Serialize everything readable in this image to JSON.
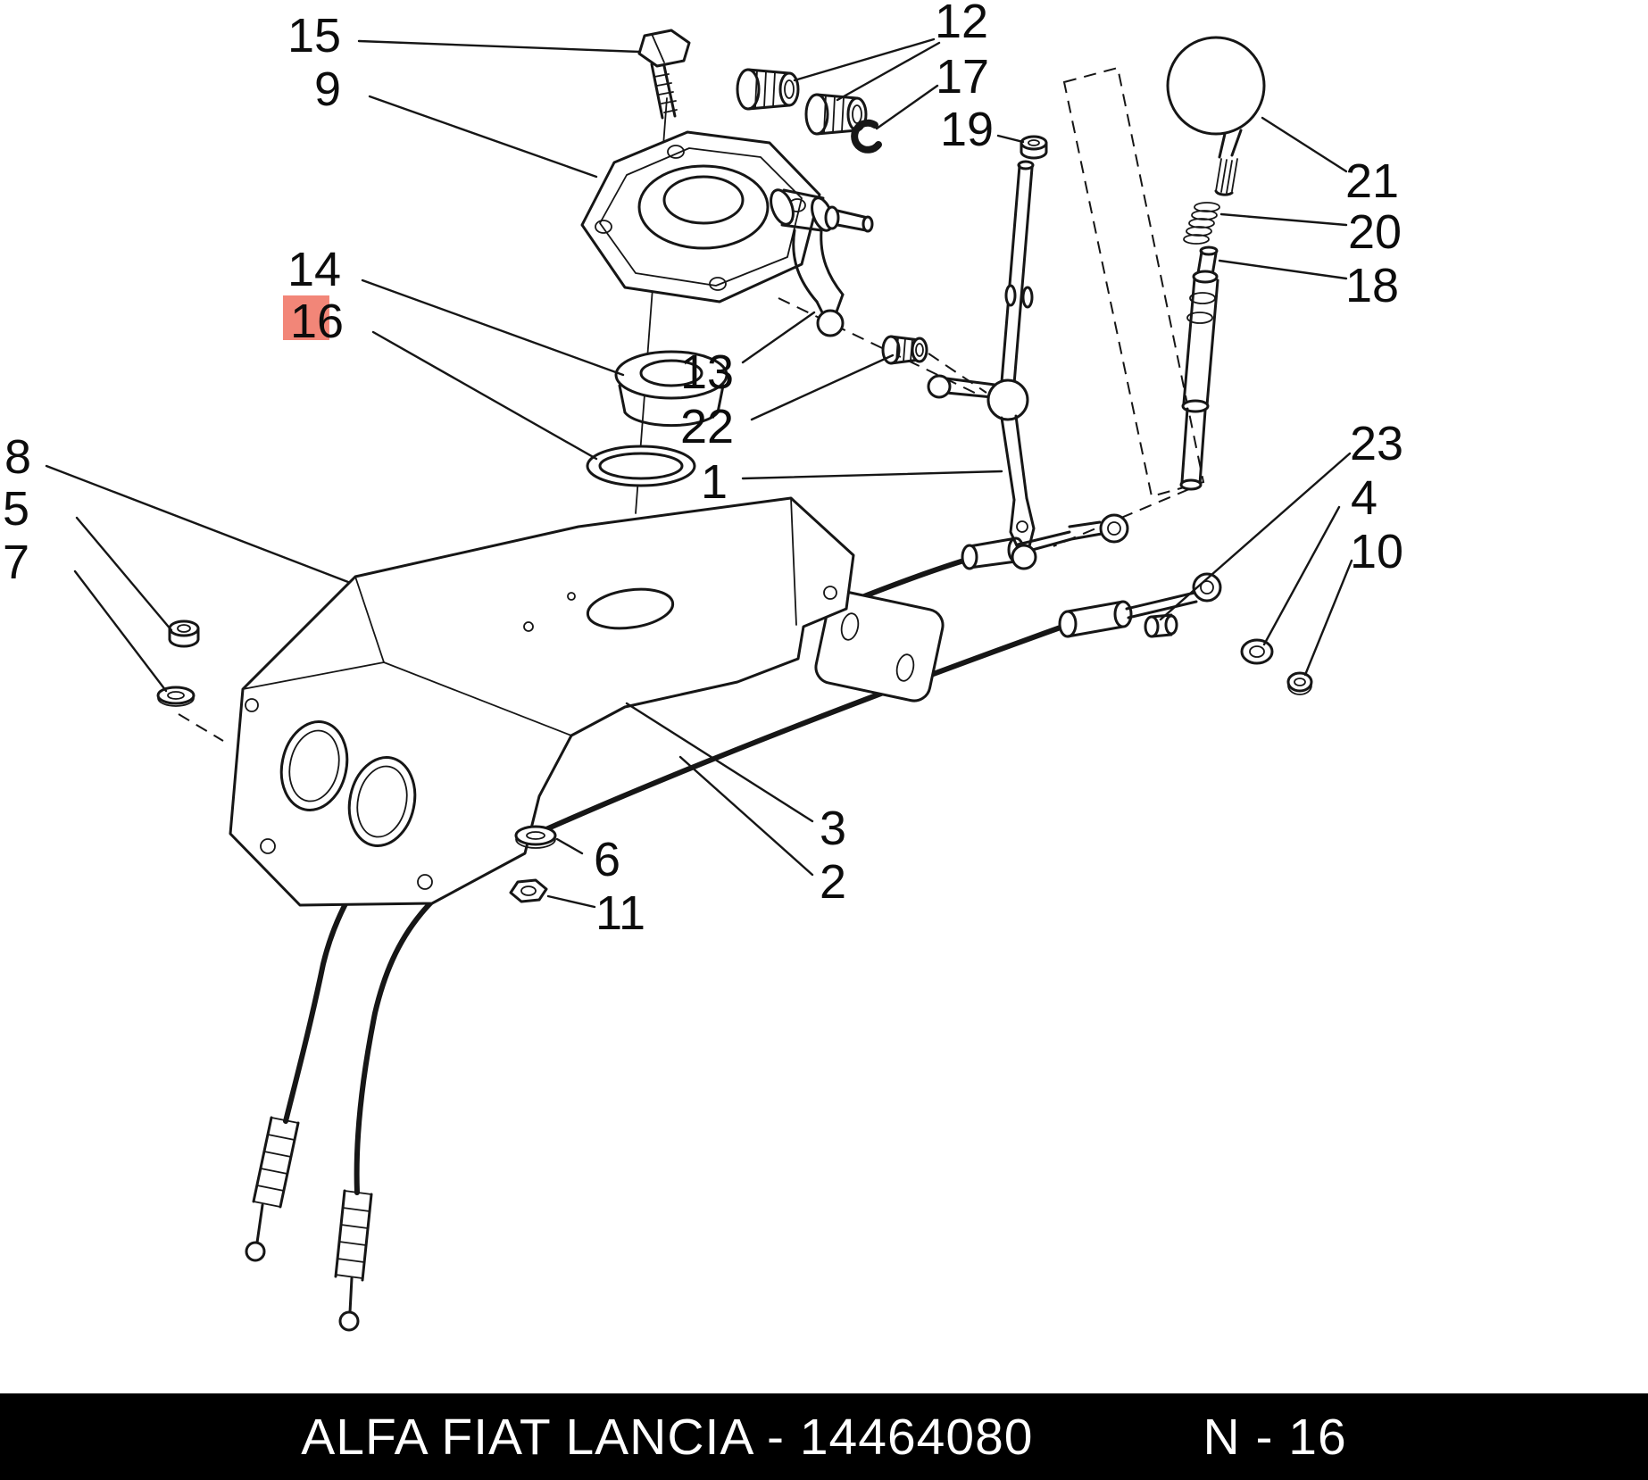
{
  "diagram": {
    "callouts": [
      {
        "id": "15",
        "label": "15"
      },
      {
        "id": "9",
        "label": "9"
      },
      {
        "id": "14",
        "label": "14"
      },
      {
        "id": "16",
        "label": "16",
        "highlighted": true
      },
      {
        "id": "8",
        "label": "8"
      },
      {
        "id": "5",
        "label": "5"
      },
      {
        "id": "7",
        "label": "7"
      },
      {
        "id": "12",
        "label": "12"
      },
      {
        "id": "17",
        "label": "17"
      },
      {
        "id": "19",
        "label": "19"
      },
      {
        "id": "13",
        "label": "13"
      },
      {
        "id": "22",
        "label": "22"
      },
      {
        "id": "1",
        "label": "1"
      },
      {
        "id": "21",
        "label": "21"
      },
      {
        "id": "20",
        "label": "20"
      },
      {
        "id": "18",
        "label": "18"
      },
      {
        "id": "23",
        "label": "23"
      },
      {
        "id": "4",
        "label": "4"
      },
      {
        "id": "10",
        "label": "10"
      },
      {
        "id": "3",
        "label": "3"
      },
      {
        "id": "2",
        "label": "2"
      },
      {
        "id": "6",
        "label": "6"
      },
      {
        "id": "11",
        "label": "11"
      }
    ],
    "highlighted_callout": "16"
  },
  "footer": {
    "catalog_line": "ALFA FIAT LANCIA - 14464080",
    "page_ref": "N - 16"
  },
  "colors": {
    "line": "#161616",
    "highlight": "#f28678",
    "footer_bg": "#000000",
    "footer_text": "#ffffff"
  }
}
